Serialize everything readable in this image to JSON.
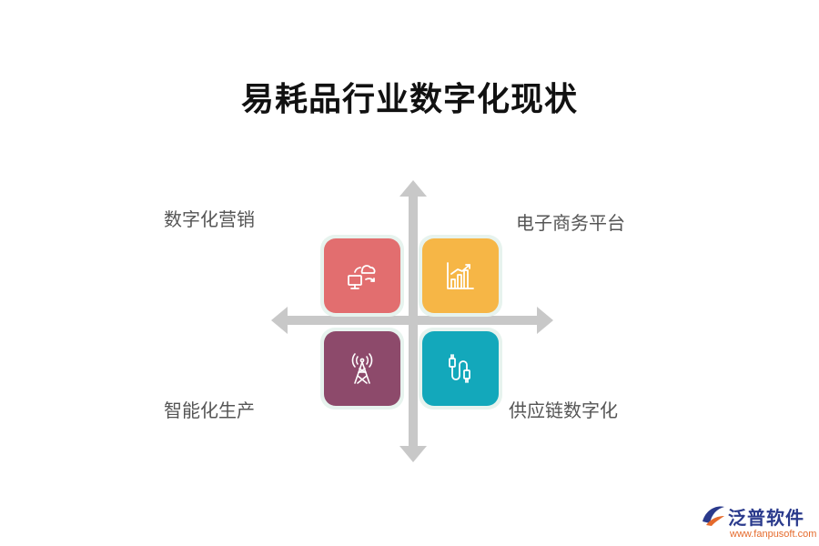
{
  "title": "易耗品行业数字化现状",
  "quadrants": {
    "top_left": {
      "label": "数字化营销",
      "icon": "cloud-sync-monitor-icon",
      "color": "#e26e6f"
    },
    "top_right": {
      "label": "电子商务平台",
      "icon": "bar-chart-icon",
      "color": "#f6b646"
    },
    "bottom_left": {
      "label": "智能化生产",
      "icon": "signal-tower-icon",
      "color": "#8d4a6b"
    },
    "bottom_right": {
      "label": "供应链数字化",
      "icon": "usb-cable-icon",
      "color": "#13a8bb"
    }
  },
  "colors": {
    "axis": "#c8c8c8",
    "tile_border": "#e7f3ee",
    "brand_blue": "#2a3a8c",
    "brand_orange": "#e56a2c"
  },
  "brand": {
    "name": "泛普软件",
    "url": "www.fanpusoft.com"
  }
}
